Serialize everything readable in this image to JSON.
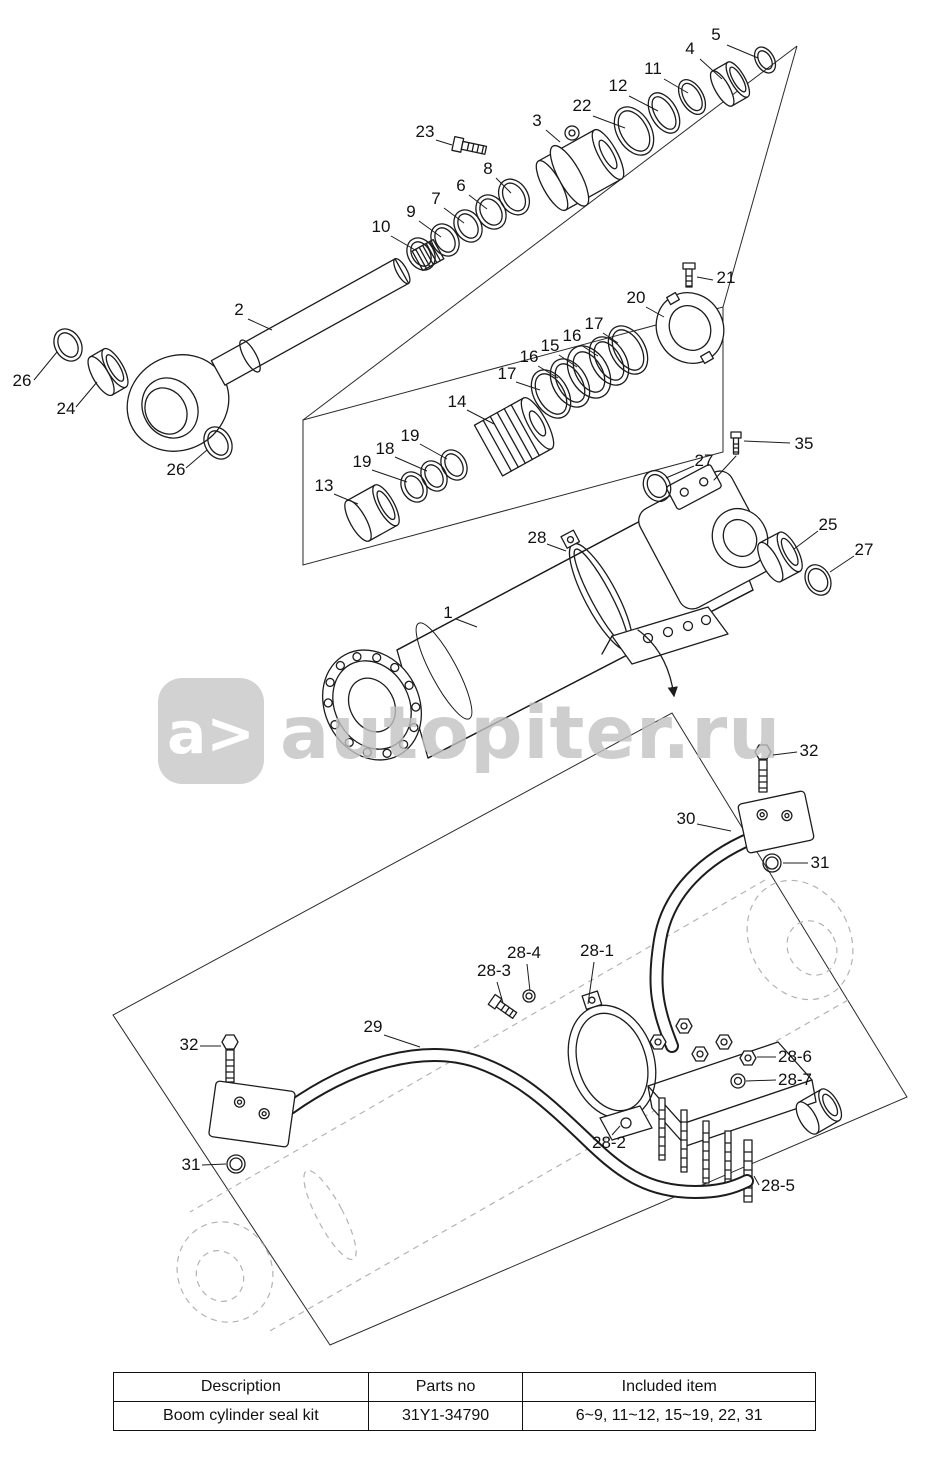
{
  "watermark": {
    "logo_text": "a>",
    "site_text": "autopiter.ru"
  },
  "callouts": [
    {
      "label": "5"
    },
    {
      "label": "4"
    },
    {
      "label": "11"
    },
    {
      "label": "12"
    },
    {
      "label": "22"
    },
    {
      "label": "23"
    },
    {
      "label": "3"
    },
    {
      "label": "8"
    },
    {
      "label": "6"
    },
    {
      "label": "7"
    },
    {
      "label": "9"
    },
    {
      "label": "10"
    },
    {
      "label": "2"
    },
    {
      "label": "26"
    },
    {
      "label": "24"
    },
    {
      "label": "26"
    },
    {
      "label": "21"
    },
    {
      "label": "20"
    },
    {
      "label": "17"
    },
    {
      "label": "16"
    },
    {
      "label": "15"
    },
    {
      "label": "16"
    },
    {
      "label": "17"
    },
    {
      "label": "14"
    },
    {
      "label": "19"
    },
    {
      "label": "18"
    },
    {
      "label": "19"
    },
    {
      "label": "13"
    },
    {
      "label": "35"
    },
    {
      "label": "27"
    },
    {
      "label": "28"
    },
    {
      "label": "25"
    },
    {
      "label": "27"
    },
    {
      "label": "1"
    },
    {
      "label": "32"
    },
    {
      "label": "30"
    },
    {
      "label": "31"
    },
    {
      "label": "28-4"
    },
    {
      "label": "28-1"
    },
    {
      "label": "28-3"
    },
    {
      "label": "29"
    },
    {
      "label": "32"
    },
    {
      "label": "28-6"
    },
    {
      "label": "28-7"
    },
    {
      "label": "28-2"
    },
    {
      "label": "31"
    },
    {
      "label": "28-5"
    }
  ],
  "parts_table": {
    "headers": [
      "Description",
      "Parts no",
      "Included item"
    ],
    "rows": [
      {
        "description": "Boom cylinder seal kit",
        "parts_no": "31Y1-34790",
        "included_item": "6~9, 11~12, 15~19, 22, 31"
      }
    ]
  }
}
